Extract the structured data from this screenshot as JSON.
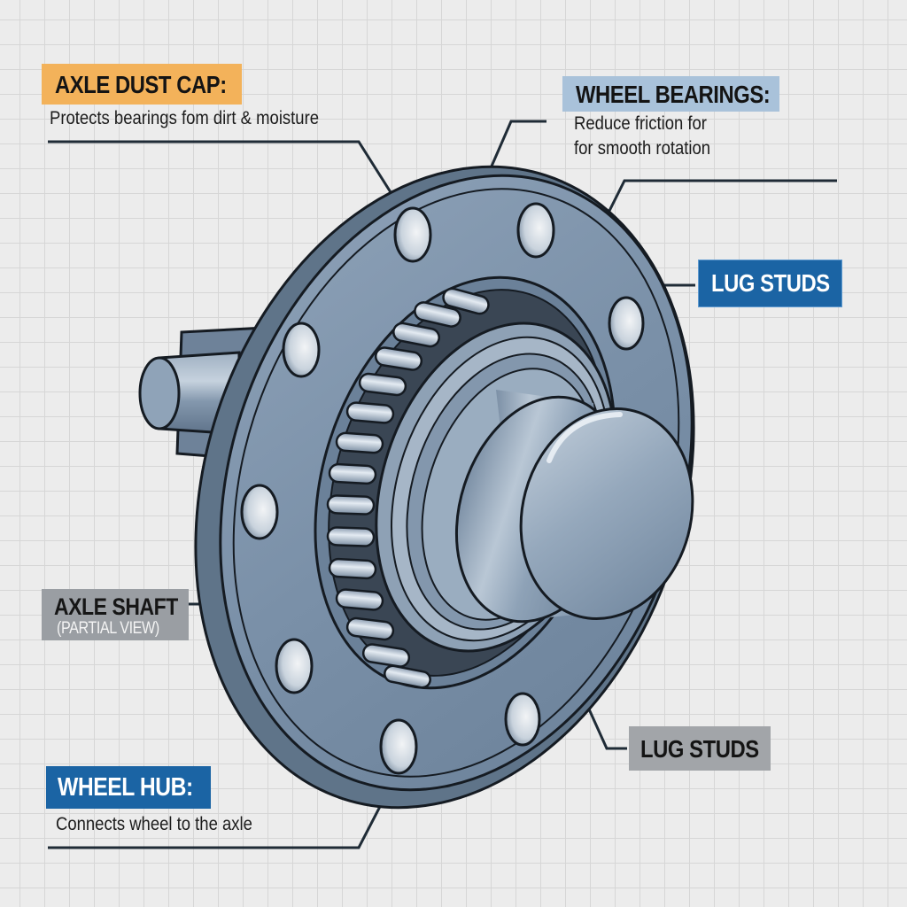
{
  "diagram": {
    "subject": "Wheel hub assembly (exploded technical illustration)",
    "background": {
      "color": "#ececec",
      "grid_color": "#d6d6d6"
    },
    "colors": {
      "metal_base": "#7d93aa",
      "metal_light": "#b9c7d6",
      "metal_dark": "#5a6f86",
      "outline": "#151b22",
      "leader_line": "#1f2b36"
    }
  },
  "callouts": [
    {
      "id": "axle-dust-cap",
      "title": "AXLE DUST CAP:",
      "description": "Protects bearings fom dirt & moisture",
      "tag_color": "#f3b25a",
      "text_color": "#141414"
    },
    {
      "id": "wheel-bearings",
      "title": "WHEEL BEARINGS:",
      "description_lines": [
        "Reduce friction for",
        "for smooth rotation"
      ],
      "tag_color": "#a9c2da",
      "text_color": "#141414"
    },
    {
      "id": "lug-studs-top",
      "title": "LUG STUDS",
      "tag_color": "#1b64a4",
      "text_color": "#ffffff"
    },
    {
      "id": "axle-shaft",
      "title": "AXLE SHAFT",
      "subtitle": "(PARTIAL VIEW)",
      "tag_color": "#9a9ea3",
      "text_color": "#161616"
    },
    {
      "id": "lug-studs-bottom",
      "title": "LUG STUDS",
      "tag_color": "#a2a5a9",
      "text_color": "#141414"
    },
    {
      "id": "wheel-hub",
      "title": "WHEEL HUB:",
      "description": "Connects wheel to the axle",
      "tag_color": "#1b64a4",
      "text_color": "#ffffff"
    }
  ],
  "components": {
    "flange_bolt_holes": 8,
    "roller_bearings": "tapered roller bearing ring",
    "center_cap": "axle dust cap",
    "rear_stub": "axle shaft (partial)"
  }
}
